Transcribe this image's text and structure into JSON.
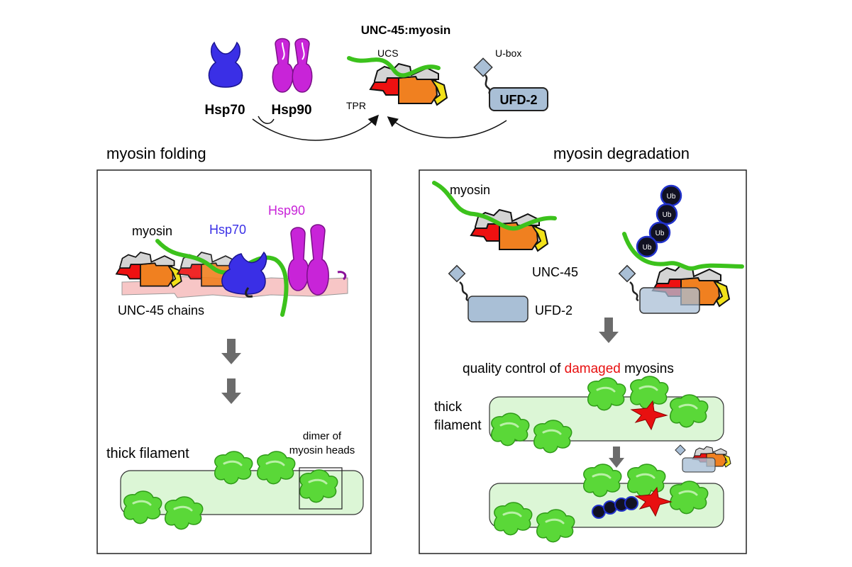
{
  "top": {
    "title": "UNC-45:myosin",
    "hsp70": "Hsp70",
    "hsp90": "Hsp90",
    "ucs": "UCS",
    "tpr": "TPR",
    "ubox": "U-box",
    "ufd2": "UFD-2"
  },
  "folding": {
    "heading": "myosin folding",
    "myosin": "myosin",
    "hsp70": "Hsp70",
    "hsp90": "Hsp90",
    "chains": "UNC-45 chains",
    "thick_filament": "thick filament",
    "dimer_line1": "dimer of",
    "dimer_line2": "myosin heads"
  },
  "degradation": {
    "heading": "myosin degradation",
    "myosin": "myosin",
    "unc45": "UNC-45",
    "ufd2": "UFD-2",
    "ub": "Ub",
    "qc_prefix": "quality control of ",
    "qc_damaged": "damaged",
    "qc_suffix": " myosins",
    "thick_line1": "thick",
    "thick_line2": "filament"
  },
  "colors": {
    "hsp70": "#3a2fe6",
    "hsp90": "#c824d8",
    "tpr_red": "#ee1111",
    "orange": "#f08020",
    "yellow": "#f2e21a",
    "ucs_gray": "#d4d4d4",
    "myosin_green": "#3cc21c",
    "ufd2_box": "#a9bfd6",
    "filament_fill": "#dcf6d6",
    "chains_pink": "#f7c6c6",
    "damaged_red": "#e81010",
    "ub_dark": "#111122",
    "ub_ring": "#2233cc",
    "arrow_gray": "#6b6b6b"
  },
  "icons": [
    "hsp70-icon",
    "hsp90-icon",
    "unc45-complex-icon",
    "ufd2-icon",
    "myosin-head-dimer-icon",
    "damaged-myosin-icon",
    "ubiquitin-chain-icon",
    "down-arrow-icon"
  ]
}
